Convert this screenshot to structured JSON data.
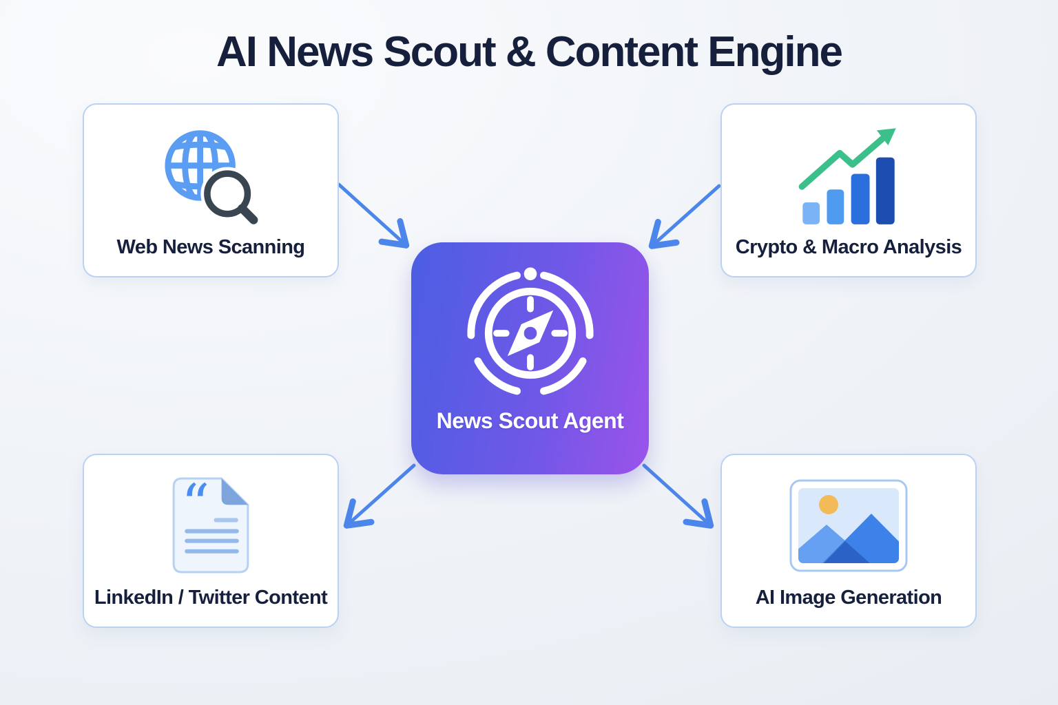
{
  "title": "AI News Scout & Content Engine",
  "center": {
    "id": "news-scout-agent",
    "label": "News Scout Agent",
    "icon": "compass-icon",
    "gradient_start": "#4b5ee3",
    "gradient_end": "#9b53ea"
  },
  "nodes": [
    {
      "id": "web-news-scanning",
      "label": "Web News Scanning",
      "icon": "globe-search-icon",
      "position": "top-left"
    },
    {
      "id": "crypto-macro-analysis",
      "label": "Crypto & Macro Analysis",
      "icon": "bar-chart-trend-icon",
      "position": "top-right"
    },
    {
      "id": "linkedin-twitter-content",
      "label": "LinkedIn / Twitter Content",
      "icon": "document-quote-icon",
      "position": "bottom-left"
    },
    {
      "id": "ai-image-generation",
      "label": "AI Image Generation",
      "icon": "image-mountains-icon",
      "position": "bottom-right"
    }
  ],
  "arrows": [
    {
      "from": "web-news-scanning",
      "to": "news-scout-agent"
    },
    {
      "from": "crypto-macro-analysis",
      "to": "news-scout-agent"
    },
    {
      "from": "news-scout-agent",
      "to": "linkedin-twitter-content"
    },
    {
      "from": "news-scout-agent",
      "to": "ai-image-generation"
    }
  ],
  "colors": {
    "background": "#f1f4f8",
    "box_border": "#b9d2f3",
    "text_navy": "#16203c",
    "arrow_blue": "#4c86ea",
    "globe_blue": "#5a9df2",
    "magnifier_slate": "#3a4552",
    "trend_green": "#3bbf8b",
    "bar_1": "#7ab4f7",
    "bar_2": "#4f9bf0",
    "bar_3": "#2b6fdd",
    "bar_4": "#1e4db1",
    "doc_paper": "#eef5fd",
    "doc_fold": "#7da4db",
    "doc_quote": "#4a8cf0",
    "img_sky": "#d9e8fb",
    "img_sun": "#f2bb57",
    "img_mountain_light": "#66a0f2",
    "img_mountain_dark": "#3d82e8",
    "img_mountain_overlap": "#2a62c6"
  }
}
